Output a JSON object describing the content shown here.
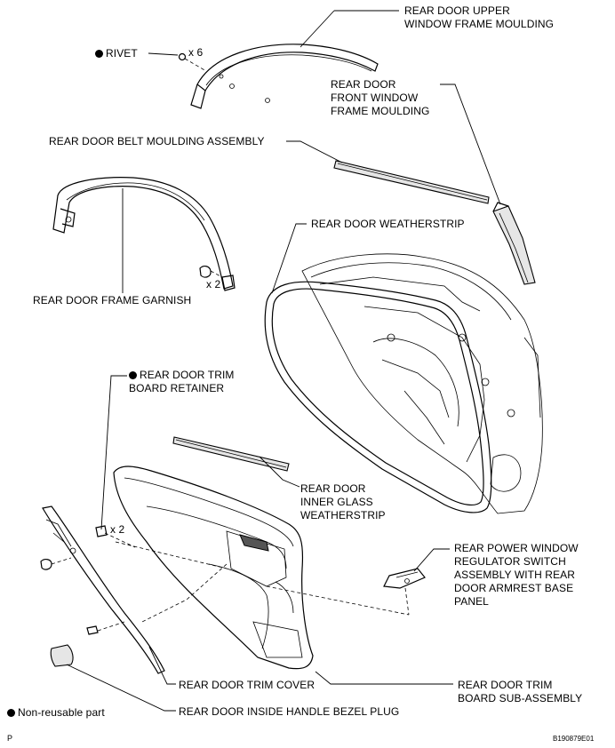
{
  "labels": {
    "upper_moulding": "REAR DOOR UPPER\nWINDOW FRAME MOULDING",
    "rivet": "RIVET",
    "rivet_qty": "x 6",
    "front_moulding": "REAR DOOR\nFRONT WINDOW\nFRAME MOULDING",
    "belt_moulding": "REAR DOOR BELT MOULDING ASSEMBLY",
    "weatherstrip": "REAR DOOR WEATHERSTRIP",
    "frame_garnish": "REAR DOOR FRAME GARNISH",
    "garnish_qty": "x 2",
    "trim_retainer": "REAR DOOR TRIM\nBOARD RETAINER",
    "retainer_qty": "x 2",
    "inner_glass": "REAR DOOR\nINNER GLASS\nWEATHERSTRIP",
    "window_switch": "REAR POWER WINDOW\nREGULATOR SWITCH\nASSEMBLY WITH REAR\nDOOR ARMREST BASE\nPANEL",
    "trim_cover": "REAR DOOR TRIM COVER",
    "trim_board": "REAR DOOR TRIM\nBOARD SUB-ASSEMBLY",
    "legend": "Non-reusable part",
    "bezel_plug": "REAR DOOR INSIDE HANDLE BEZEL PLUG",
    "corner_p": "P",
    "figure_id": "B190879E01"
  }
}
